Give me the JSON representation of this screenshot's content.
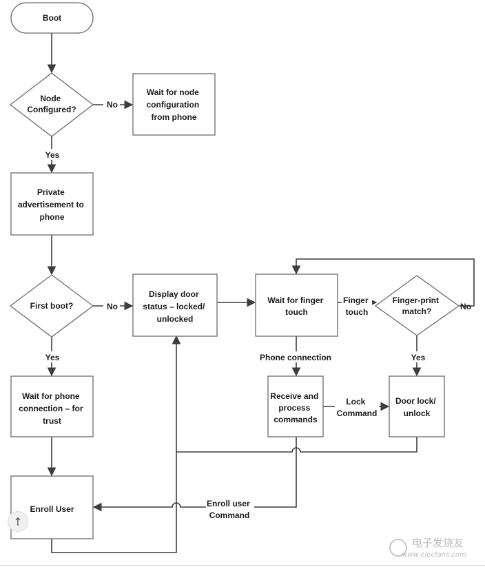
{
  "nodes": {
    "boot": [
      "Boot"
    ],
    "node_configured": [
      "Node",
      "Configured?"
    ],
    "wait_config": [
      "Wait for node",
      "configuration",
      "from phone"
    ],
    "private_adv": [
      "Private",
      "advertisement to",
      "phone"
    ],
    "first_boot": [
      "First boot?"
    ],
    "display_door": [
      "Display door",
      "status – locked/",
      "unlocked"
    ],
    "wait_finger": [
      "Wait for finger",
      "touch"
    ],
    "fp_match": [
      "Finger-print",
      "match?"
    ],
    "wait_phone": [
      "Wait for phone",
      "connection – for",
      "trust"
    ],
    "receive_cmds": [
      "Receive and",
      "process",
      "commands"
    ],
    "door_lock": [
      "Door lock/",
      "unlock"
    ],
    "enroll": [
      "Enroll User"
    ]
  },
  "edge_labels": {
    "no_config": "No",
    "yes_config": "Yes",
    "no_first": "No",
    "yes_first": "Yes",
    "finger_touch": [
      "Finger",
      "touch"
    ],
    "no_match": "No",
    "yes_match": "Yes",
    "phone_connection": "Phone connection",
    "lock_command": [
      "Lock",
      "Command"
    ],
    "enroll_command": [
      "Enroll user",
      "Command"
    ]
  },
  "watermark": {
    "cn": "电子发烧友",
    "url": "www.elecfans.com"
  },
  "icons": {
    "scroll_top": "arrow-up-icon"
  }
}
